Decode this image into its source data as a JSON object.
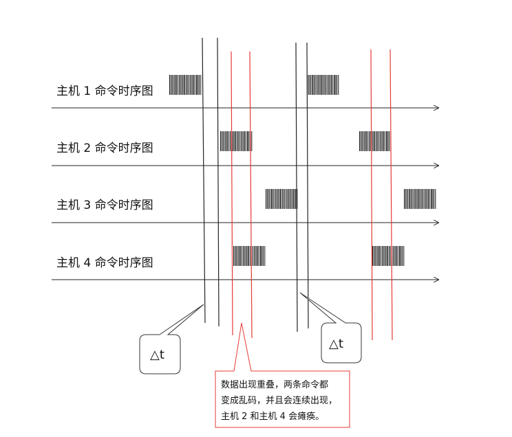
{
  "rows": [
    {
      "label": "主机 1 命令时序图"
    },
    {
      "label": "主机 2 命令时序图"
    },
    {
      "label": "主机 3 命令时序图"
    },
    {
      "label": "主机 4 命令时序图"
    }
  ],
  "callouts": [
    {
      "label": "△t"
    },
    {
      "label": "△t"
    }
  ],
  "note": {
    "lines": [
      "数据出现重叠，两条命令都",
      "变成乱码，并且会连续出现，",
      "主机 2 和主机 4 会瘫痪。"
    ]
  },
  "colors": {
    "line": "#222222",
    "red": "#e53935",
    "note_border": "#e53935",
    "callout_border": "#333333"
  }
}
